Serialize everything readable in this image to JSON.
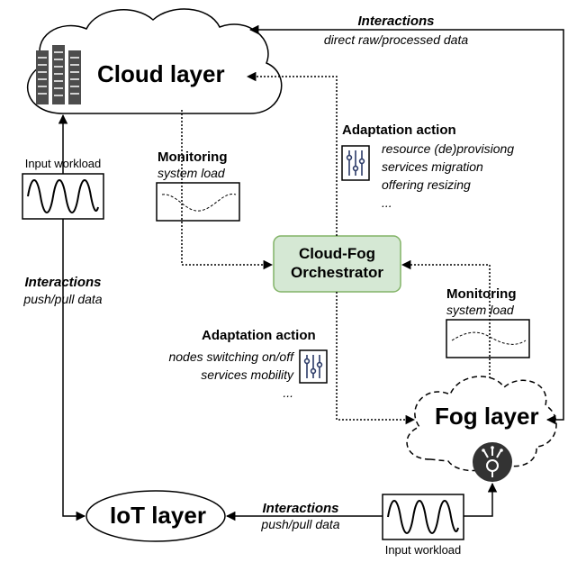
{
  "cloud": {
    "label": "Cloud layer"
  },
  "fog": {
    "label": "Fog layer"
  },
  "iot": {
    "label": "IoT layer"
  },
  "orchestrator": {
    "line1": "Cloud-Fog",
    "line2": "Orchestrator"
  },
  "top_interactions": {
    "title": "Interactions",
    "subtitle": "direct raw/processed data"
  },
  "left_interactions": {
    "title": "Interactions",
    "subtitle": "push/pull data"
  },
  "bottom_interactions": {
    "title": "Interactions",
    "subtitle": "push/pull data"
  },
  "cloud_monitoring": {
    "title": "Monitoring",
    "subtitle": "system load"
  },
  "fog_monitoring": {
    "title": "Monitoring",
    "subtitle": "system load"
  },
  "cloud_adaptation": {
    "title": "Adaptation action",
    "items": [
      "resource (de)provisiong",
      "services migration",
      "offering resizing",
      "..."
    ]
  },
  "fog_adaptation": {
    "title": "Adaptation action",
    "items": [
      "nodes switching on/off",
      "services mobility",
      "..."
    ]
  },
  "cloud_workload": {
    "label": "Input workload"
  },
  "iot_workload": {
    "label": "Input workload"
  },
  "icons": {
    "cloud_server": "server-rack-icon",
    "fog_device": "fog-node-icon",
    "adaptation": "sliders-icon"
  },
  "colors": {
    "orchestrator_fill": "#d5e8d4",
    "orchestrator_border": "#82b366",
    "server_icon": "#4d4d4d",
    "fog_icon": "#333333"
  }
}
